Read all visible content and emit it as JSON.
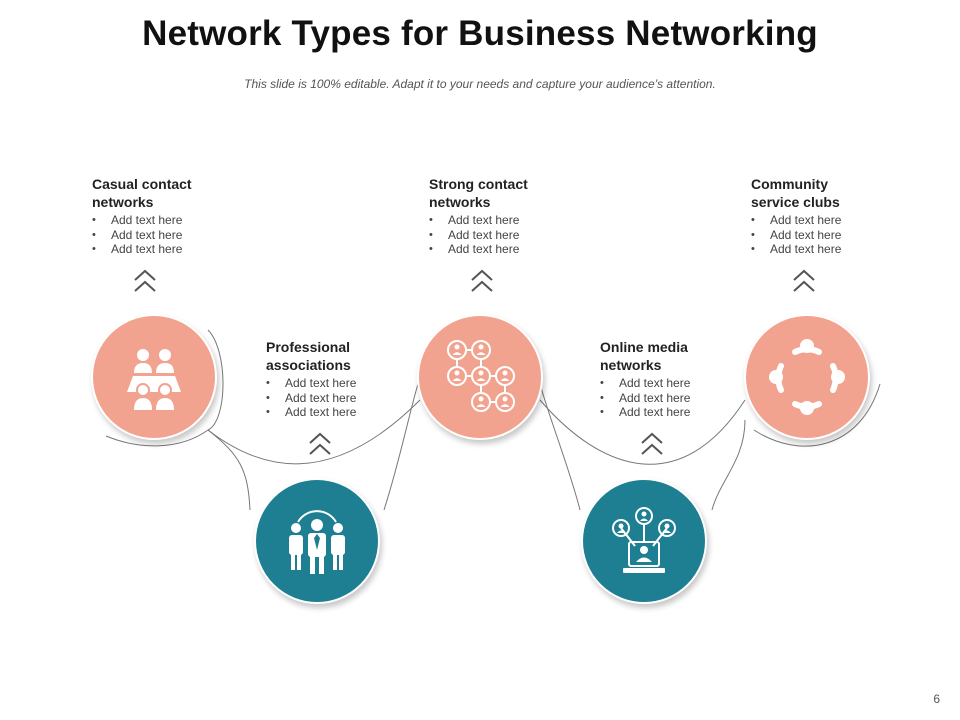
{
  "title": "Network Types for Business Networking",
  "subtitle": "This slide is 100% editable. Adapt it to your needs and capture your audience’s attention.",
  "page_number": "6",
  "colors": {
    "salmon": "#F2A38F",
    "teal": "#1E7F93",
    "connector": "#777777",
    "chevron": "#555555"
  },
  "items": [
    {
      "heading_line1": "Casual contact",
      "heading_line2": "networks",
      "bullets": [
        "Add text here",
        "Add text here",
        "Add text here"
      ],
      "icon": "conference-table-icon",
      "color": "salmon"
    },
    {
      "heading_line1": "Professional",
      "heading_line2": "associations",
      "bullets": [
        "Add text here",
        "Add text here",
        "Add text here"
      ],
      "icon": "business-team-icon",
      "color": "teal"
    },
    {
      "heading_line1": "Strong contact",
      "heading_line2": "networks",
      "bullets": [
        "Add text here",
        "Add text here",
        "Add text here"
      ],
      "icon": "people-network-icon",
      "color": "salmon"
    },
    {
      "heading_line1": "Online media",
      "heading_line2": "networks",
      "bullets": [
        "Add text here",
        "Add text here",
        "Add text here"
      ],
      "icon": "online-laptop-network-icon",
      "color": "teal"
    },
    {
      "heading_line1": "Community",
      "heading_line2": "service clubs",
      "bullets": [
        "Add text here",
        "Add text here",
        "Add text here"
      ],
      "icon": "circle-of-people-icon",
      "color": "salmon"
    }
  ]
}
